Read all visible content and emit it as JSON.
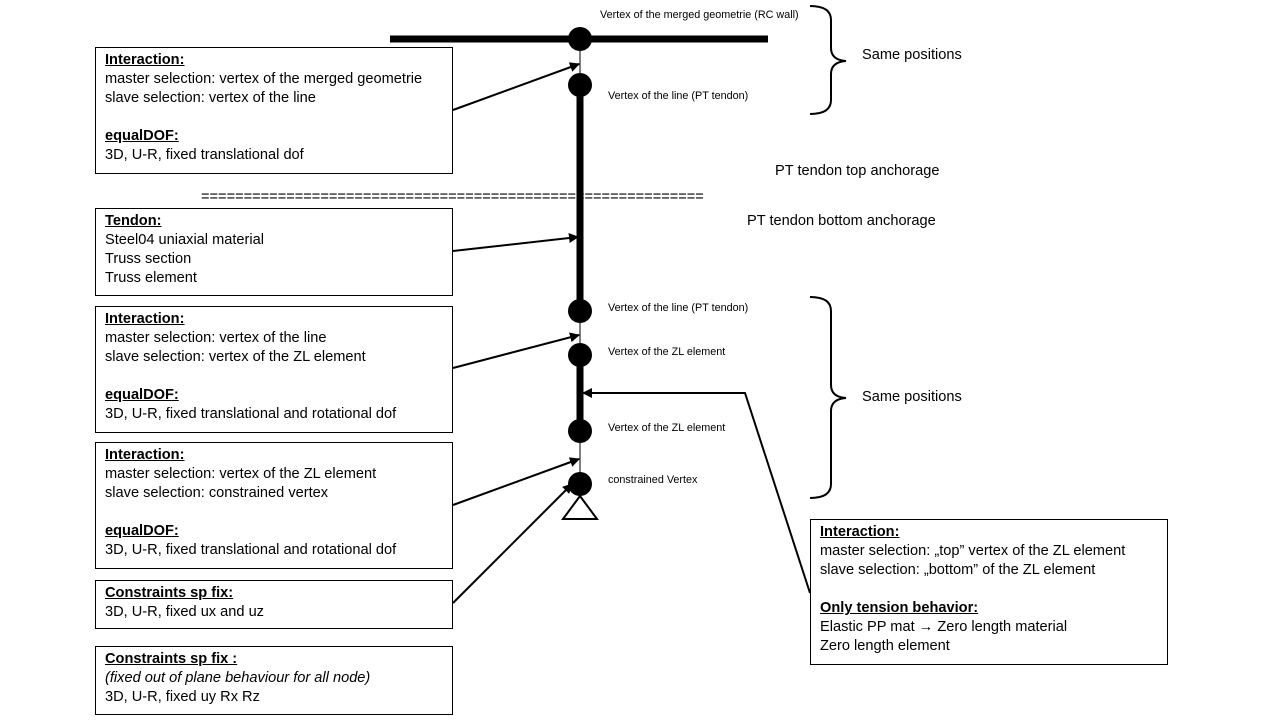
{
  "node_labels": {
    "rc_wall": "Vertex of the merged geometrie (RC wall)",
    "pt_top": "Vertex of the line (PT tendon)",
    "pt_bottom": "Vertex of the line (PT tendon)",
    "zl_top": "Vertex of the ZL element",
    "zl_bottom": "Vertex of the ZL element",
    "constrained": "constrained Vertex"
  },
  "anchorage": {
    "top": "PT tendon top anchorage",
    "bottom": "PT tendon bottom anchorage",
    "separator": "==========================================================="
  },
  "brackets": {
    "upper": "Same positions",
    "lower": "Same positions"
  },
  "boxes": {
    "interaction1": {
      "title": "Interaction:",
      "line1": "master selection: vertex of the merged geometrie",
      "line2": "slave selection: vertex of the line",
      "title2": "equalDOF:",
      "line3": "3D, U-R, fixed translational dof"
    },
    "tendon": {
      "title": "Tendon:",
      "line1": "Steel04 uniaxial material",
      "line2": "Truss section",
      "line3": "Truss element"
    },
    "interaction2": {
      "title": "Interaction:",
      "line1": "master selection: vertex of the line",
      "line2": "slave selection: vertex of the ZL element",
      "title2": "equalDOF:",
      "line3": "3D, U-R, fixed translational and rotational dof"
    },
    "interaction3": {
      "title": "Interaction:",
      "line1": "master selection: vertex of the ZL element",
      "line2": "slave selection: constrained vertex",
      "title2": "equalDOF:",
      "line3": "3D, U-R, fixed translational and rotational dof"
    },
    "constraints1": {
      "title": "Constraints sp fix:",
      "line1": "3D, U-R, fixed ux and uz"
    },
    "constraints2": {
      "title": "Constraints sp fix :",
      "line1": "(fixed out of plane behaviour for all node)",
      "line2": "3D, U-R, fixed uy Rx Rz"
    },
    "interaction_zl": {
      "title": "Interaction:",
      "line1": "master selection: „top” vertex of the ZL element",
      "line2": "slave selection: „bottom” of the ZL element",
      "title2": "Only tension behavior:",
      "line3": "Elastic PP mat → Zero length material",
      "line4": "Zero length element"
    }
  }
}
